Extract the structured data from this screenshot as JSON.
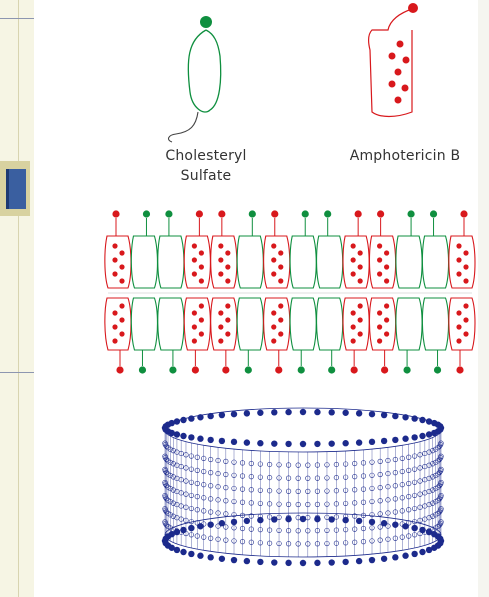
{
  "labels": {
    "cholesteryl_line1": "Cholesteryl",
    "cholesteryl_line2": "Sulfate",
    "amphotericin": "Amphotericin B"
  },
  "colors": {
    "cholesteryl": "#0f8f3f",
    "amphotericin": "#d8181c",
    "channel": "#1c2a8c"
  },
  "membrane": {
    "top_heads": [
      "red",
      "green",
      "green",
      "red",
      "red",
      "green",
      "red",
      "green",
      "green",
      "red",
      "red",
      "green",
      "green",
      "red"
    ],
    "bottom_heads": [
      "red",
      "green",
      "green",
      "red",
      "red",
      "green",
      "red",
      "green",
      "green",
      "red",
      "red",
      "green",
      "green",
      "red"
    ]
  }
}
